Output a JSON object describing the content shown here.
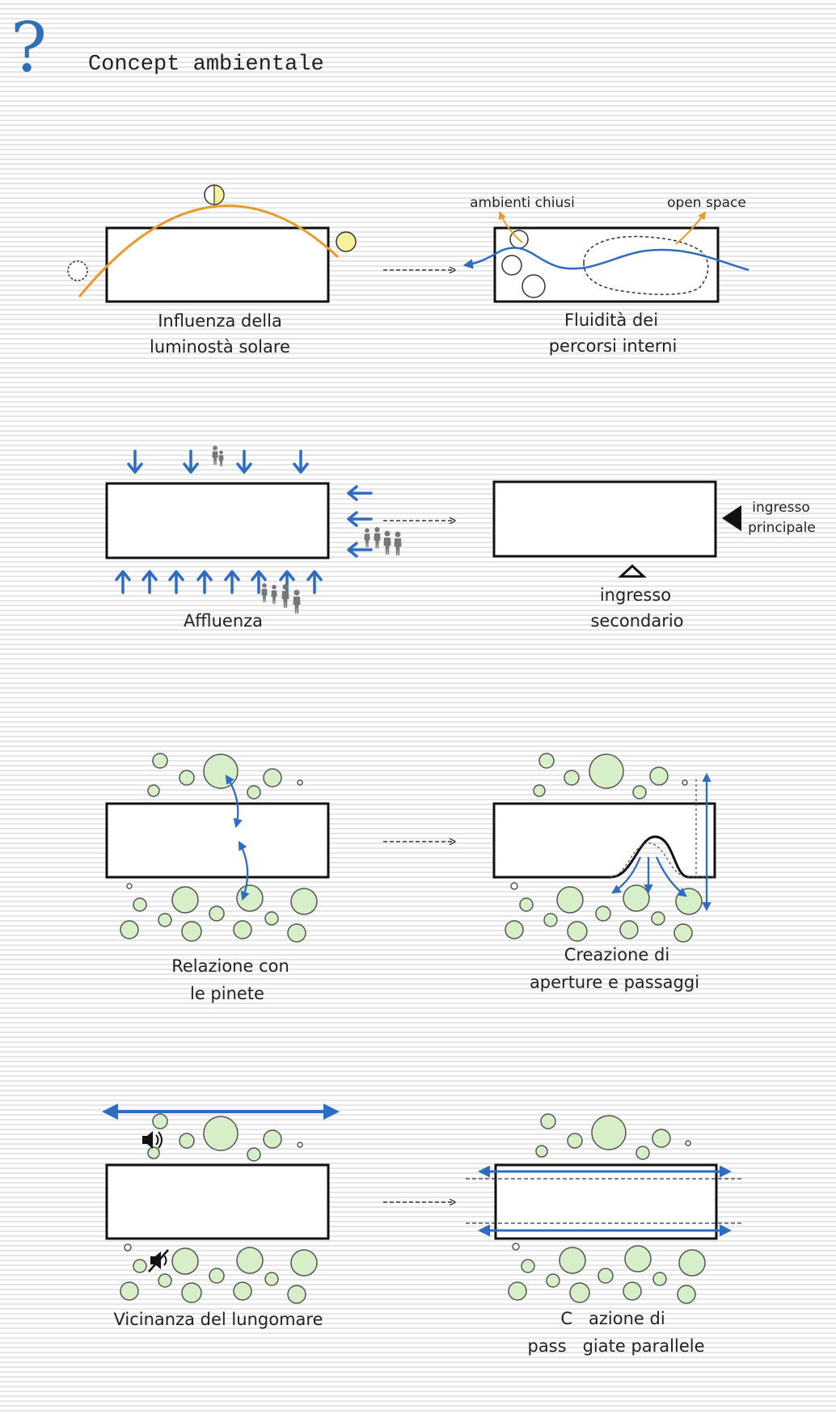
{
  "header": {
    "title": "Concept ambientale",
    "icon": "question-mark-icon",
    "icon_color": "#2f6fb7"
  },
  "colors": {
    "arrow_blue": "#2d6cc0",
    "sun_orange": "#e89b2a",
    "sun_yellow": "#f6f19a",
    "tree_green": "#d6efc9",
    "tree_stroke": "#555555",
    "people_gray": "#777777"
  },
  "rows": [
    {
      "left_caption": [
        "Influenza della",
        "luminostà solare"
      ],
      "right_caption": [
        "Fluidità dei",
        "percorsi interni"
      ],
      "labels": {
        "closed": "ambienti chiusi",
        "open": "open space"
      }
    },
    {
      "left_caption": [
        "Affluenza"
      ],
      "right_caption": [
        "ingresso",
        "secondario"
      ],
      "labels": {
        "main_entrance": [
          "ingresso",
          "principale"
        ]
      }
    },
    {
      "left_caption": [
        "Relazione con",
        "le pinete"
      ],
      "right_caption": [
        "Creazione di",
        "aperture e passaggi"
      ]
    },
    {
      "left_caption": [
        "Vicinanza del lungomare"
      ],
      "right_caption": [
        "C   azione di",
        "pass   giate parallele"
      ]
    }
  ]
}
